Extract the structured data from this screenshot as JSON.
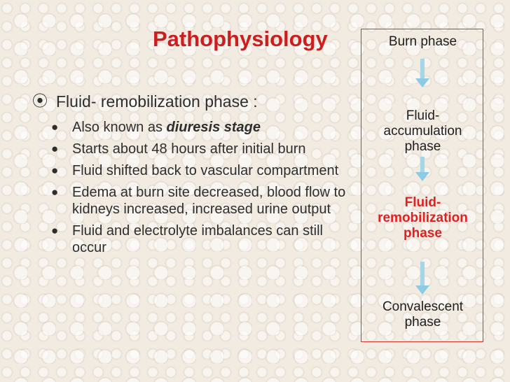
{
  "title": "Pathophysiology",
  "main_bullet": {
    "marker_icon": "circled-dot-bullet-icon",
    "text": "Fluid- remobilization phase :"
  },
  "sub_bullets": [
    {
      "prefix": "Also known as ",
      "emphasis": "diuresis stage"
    },
    {
      "text": "Starts about 48 hours after initial burn"
    },
    {
      "text": "Fluid shifted back to vascular compartment"
    },
    {
      "text": "Edema at burn site decreased, blood flow to kidneys increased, increased urine output"
    },
    {
      "text": "Fluid and electrolyte imbalances can still occur"
    }
  ],
  "flowchart": {
    "border_color": "#d2352e",
    "arrow_color": "#a4d6e8",
    "highlight_color": "#e32020",
    "steps": [
      {
        "label": "Burn phase"
      },
      {
        "label": "Fluid- accumulation phase"
      },
      {
        "label": "Fluid- remobilization phase",
        "highlighted": true
      },
      {
        "label": "Convalescent phase"
      }
    ]
  }
}
